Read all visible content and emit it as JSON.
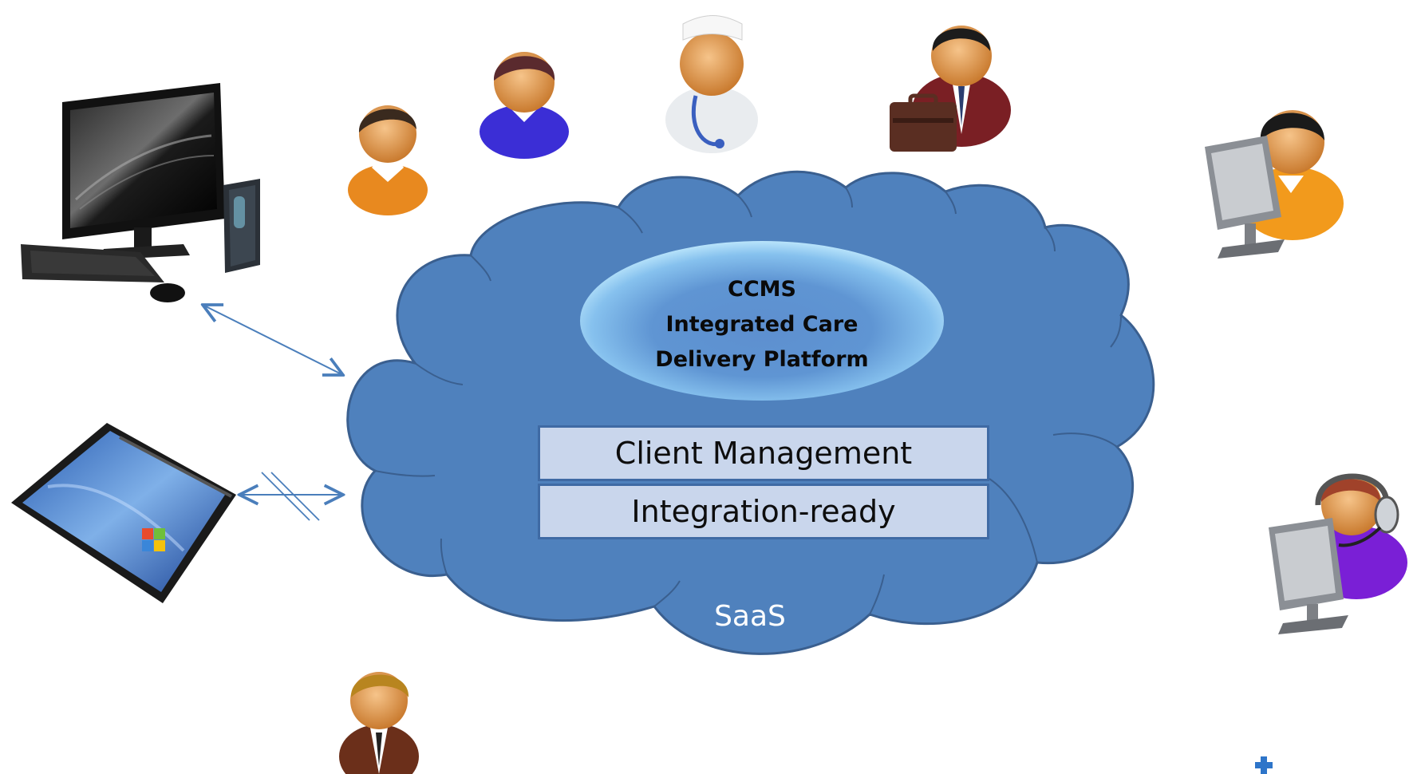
{
  "platform": {
    "line1": "CCMS",
    "line2": "Integrated Care",
    "line3": "Delivery Platform"
  },
  "modules": [
    "Client Management",
    "Integration-ready"
  ],
  "cloud_label": "SaaS",
  "devices": [
    "desktop-computer-icon",
    "tablet-pc-icon"
  ],
  "people": [
    "user-icon",
    "user-female-icon",
    "doctor-icon",
    "businessman-icon",
    "computer-user-icon",
    "call-center-agent-icon",
    "manager-icon"
  ],
  "colors": {
    "cloud": "#4f81bd",
    "cloud_border": "#3a5f8f",
    "module_fill": "#c9d6ec",
    "ellipse_glow": "#a9d8f5",
    "arrow": "#4a7ebb",
    "logo_cross": "#2e75c9"
  }
}
